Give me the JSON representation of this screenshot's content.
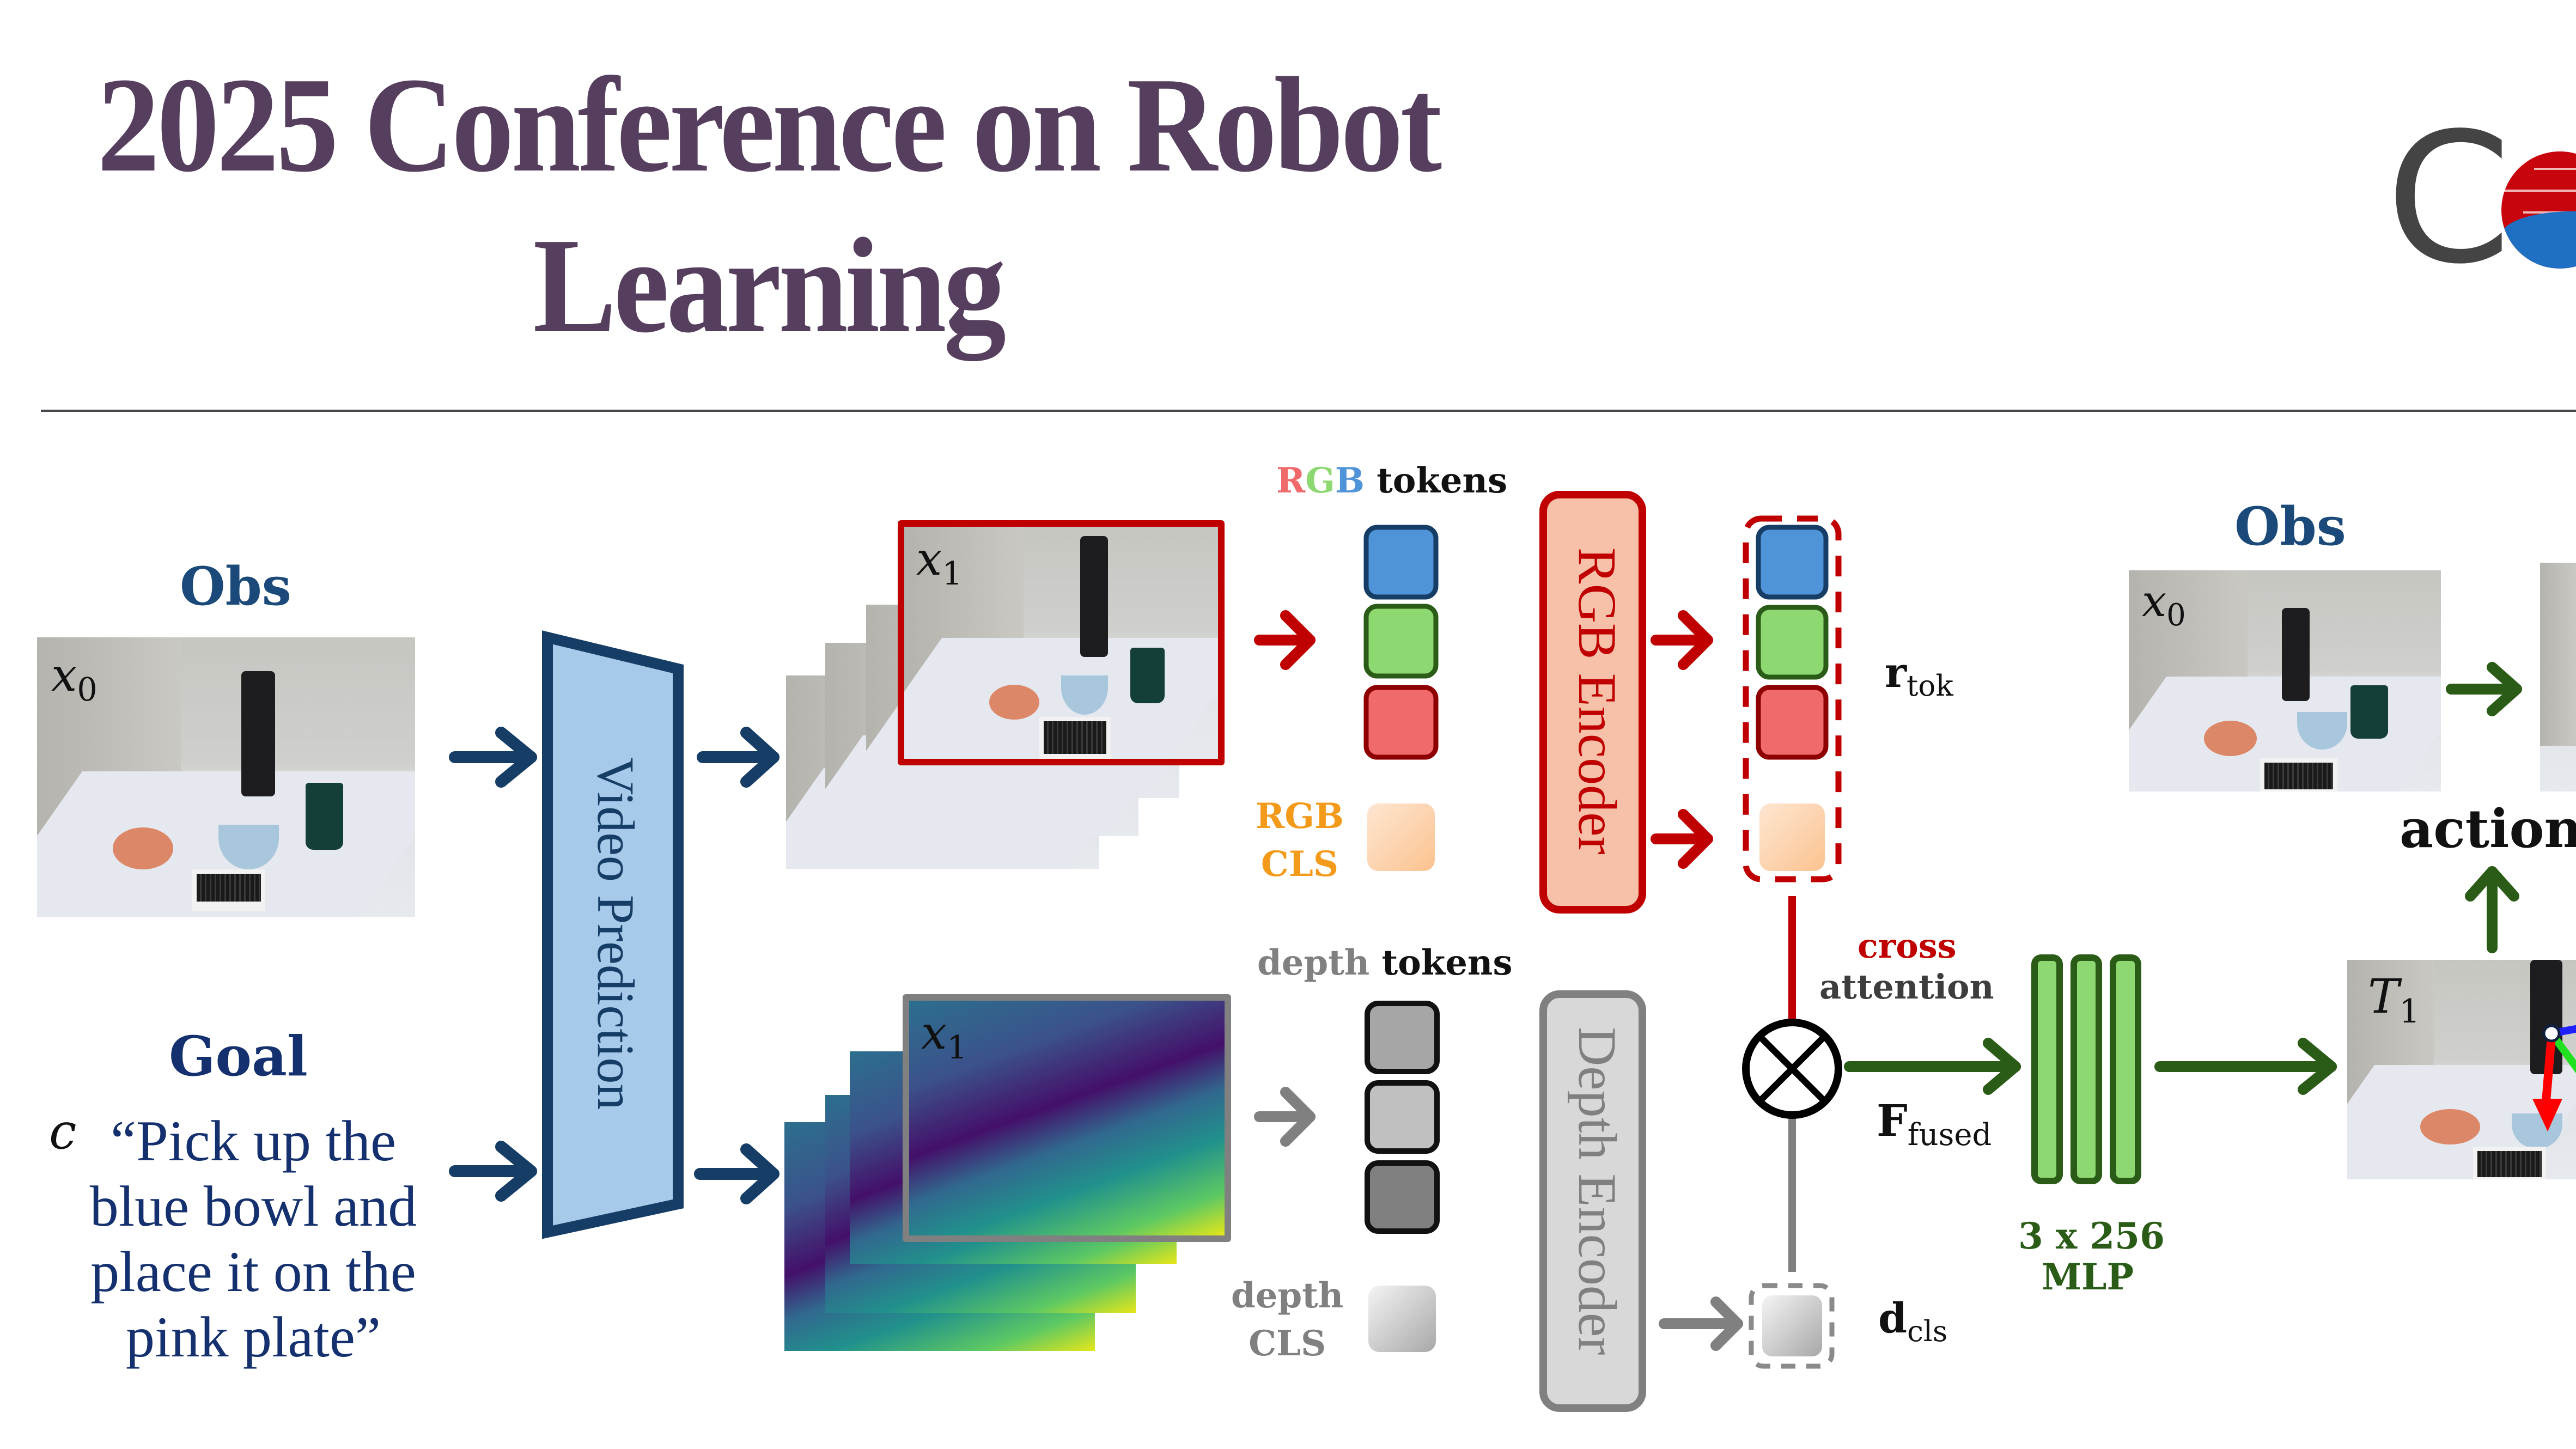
{
  "header": {
    "title_line1": "2025 Conference on Robot",
    "title_line2": "Learning",
    "logo_letter": "C"
  },
  "left_panel": {
    "obs_label": "Obs",
    "obs_image_label": "x",
    "obs_image_sub": "0",
    "goal_label": "Goal",
    "goal_symbol": "c",
    "goal_instruction": "“Pick up the blue bowl and place it on the pink plate”"
  },
  "video_prediction": {
    "label": "Video Prediction"
  },
  "predicted_frames": {
    "rgb_label": "x",
    "rgb_sub": "1",
    "depth_label": "x",
    "depth_sub": "1"
  },
  "rgb_branch": {
    "tokens_title_r": "R",
    "tokens_title_g": "G",
    "tokens_title_b": "B",
    "tokens_title_rest": " tokens",
    "cls_label_line1": "RGB",
    "cls_label_line2": "CLS",
    "encoder_label": "RGB Encoder",
    "output_label": "r",
    "output_sub": "tok"
  },
  "depth_branch": {
    "tokens_title_depth": "depth",
    "tokens_title_rest": " tokens",
    "cls_label_line1": "depth",
    "cls_label_line2": "CLS",
    "encoder_label": "Depth Encoder",
    "output_label": "d",
    "output_sub": "cls"
  },
  "fusion": {
    "cross_label": "cross",
    "attention_label": "attention",
    "fused_label": "F",
    "fused_sub": "fused",
    "operator_symbol": "⊗"
  },
  "mlp": {
    "size_label": "3 x 256",
    "name_label": "MLP"
  },
  "right_panel": {
    "obs_label": "Obs",
    "obs_image_label": "x",
    "obs_image_sub": "0",
    "action_label": "action",
    "transform_label": "T",
    "transform_sub": "1"
  },
  "colors": {
    "title": "#563f5e",
    "navy": "#1b4a7a",
    "rgb_red": "#c00000",
    "depth_gray": "#808080",
    "mlp_green": "#2a5c17",
    "token_blue": "#4f93d8",
    "token_green": "#8ed872",
    "token_red": "#f06a6c",
    "cls_orange": "#f49a1a"
  }
}
